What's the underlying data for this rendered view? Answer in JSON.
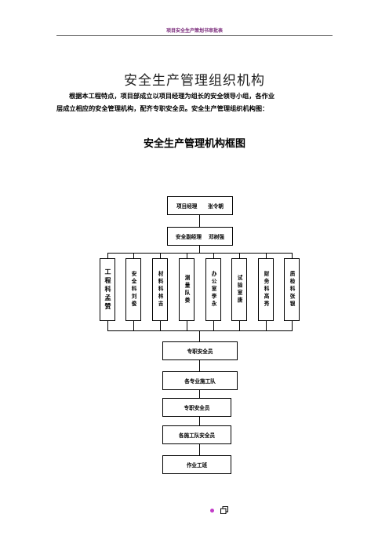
{
  "header": {
    "text": "项目安全生产策划书审批表"
  },
  "document": {
    "title": "安全生产管理组织机构",
    "paragraph_line1": "根据本工程特点，项目部成立以项目经理为组长的安全领导小组，各作业",
    "paragraph_line2": "层成立相应的安全管理机构，配齐专职安全员。安全生产管理组织机构图："
  },
  "org_chart": {
    "title": "安全生产管理机构框图",
    "project_manager": "项目经理      张令朝",
    "deputy_manager": "安全副经理    邓树强",
    "departments": [
      {
        "label": "工程科孟赞"
      },
      {
        "label": "安全科刘俊"
      },
      {
        "label": "材料科林吉"
      },
      {
        "label": "测量队娄"
      },
      {
        "label": "办公室李永"
      },
      {
        "label": "试验室唐"
      },
      {
        "label": "财务科高秀"
      },
      {
        "label": "质检科张银"
      }
    ],
    "chain": [
      {
        "label": "专职安全员"
      },
      {
        "label": "各专业施工队"
      },
      {
        "label": "专职安全员"
      },
      {
        "label": "各施工队安全员"
      },
      {
        "label": "作业工班"
      }
    ]
  },
  "colors": {
    "header_text": "#7a2a7a",
    "footer_dot": "#c23cc8"
  },
  "footer": {
    "icons": [
      "dot-icon",
      "copy-icon"
    ]
  }
}
